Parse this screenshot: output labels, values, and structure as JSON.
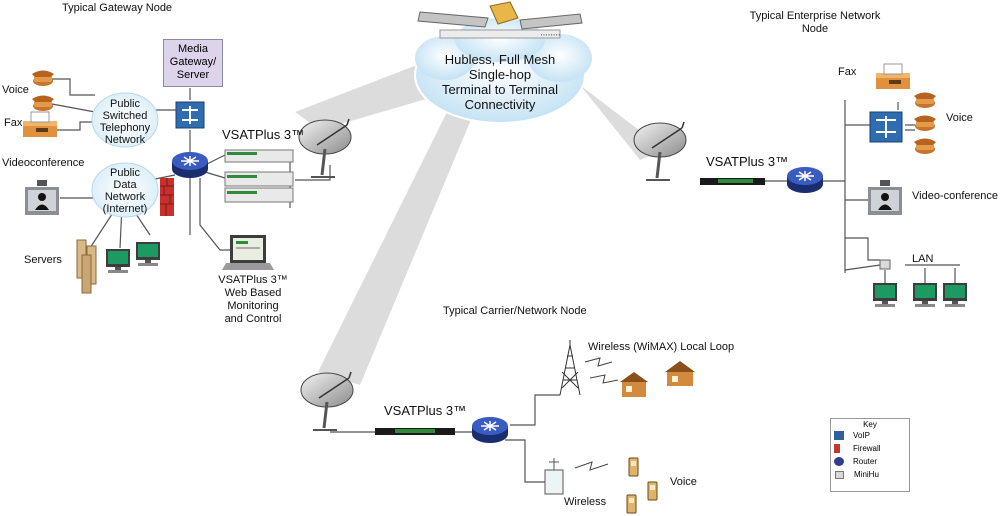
{
  "titles": {
    "gateway": "Typical Gateway Node",
    "enterprise_line1": "Typical Enterprise Network",
    "enterprise_line2": "Node",
    "carrier": "Typical Carrier/Network Node"
  },
  "sky_cloud": {
    "line1": "Hubless, Full Mesh",
    "line2": "Single-hop",
    "line3": "Terminal to Terminal",
    "line4": "Connectivity"
  },
  "gateway_node": {
    "voice": "Voice",
    "fax": "Fax",
    "videoconference": "Videoconference",
    "servers": "Servers",
    "pstn": [
      "Public",
      "Switched",
      "Telephony",
      "Network"
    ],
    "pdn": [
      "Public",
      "Data",
      "Network",
      "(Internet)"
    ],
    "media_gateway": [
      "Media",
      "Gateway/",
      "Server"
    ],
    "vsat": "VSATPlus 3™",
    "monitoring": [
      "VSATPlus 3™",
      "Web Based",
      "Monitoring",
      "and Control"
    ]
  },
  "enterprise_node": {
    "fax": "Fax",
    "voice": "Voice",
    "video": "Video-conference",
    "lan": "LAN",
    "vsat": "VSATPlus 3™"
  },
  "carrier_node": {
    "vsat": "VSATPlus 3™",
    "wimax": "Wireless (WiMAX) Local Loop",
    "wireless": "Wireless",
    "voice": "Voice"
  },
  "key": {
    "title": "Key",
    "items": [
      {
        "label": "VoIP",
        "color": "#2f5f9e"
      },
      {
        "label": "Firewall",
        "color": "#c0392b"
      },
      {
        "label": "Router",
        "color": "#2c3e8c"
      },
      {
        "label": "MiniHu",
        "color": "#d9d9d9"
      }
    ]
  },
  "colors": {
    "router": "#243d91",
    "voip_switch": "#2f6db0",
    "firewall": "#c8302c",
    "phone": "#e0913e",
    "house": "#d48a3c",
    "beam": "#d4d4d4",
    "cloud": "#cde8f6",
    "modem_green": "#2e8b3c"
  }
}
